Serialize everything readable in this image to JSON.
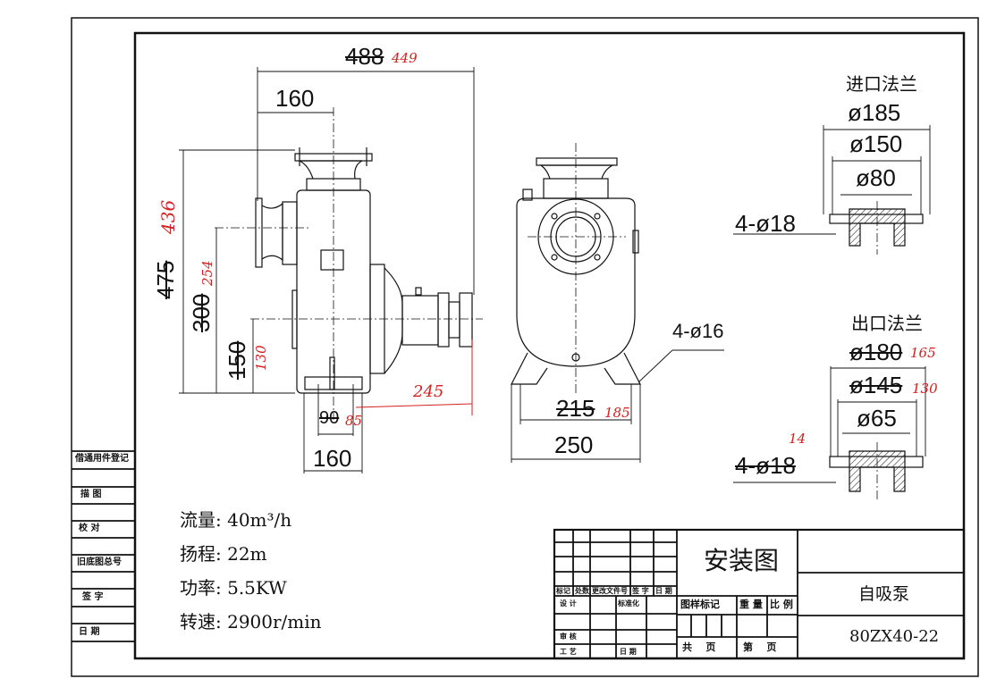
{
  "side_view": {
    "overall_width": "488",
    "overall_width_revised": "449",
    "inlet_offset": "160",
    "height_total": "475",
    "height_total_revised": "436",
    "inlet_height": "300",
    "inlet_height_revised": "254",
    "shaft_height": "150",
    "shaft_height_revised": "130",
    "base_hole_spacing": "90",
    "base_hole_spacing_revised": "85",
    "base_width": "160",
    "motor_offset_revised": "245"
  },
  "front_view": {
    "hole_spacing": "215",
    "hole_spacing_revised": "185",
    "base_width": "250",
    "bolt_holes": "4-ø16"
  },
  "inlet_flange": {
    "title": "进口法兰",
    "outer_diameter": "ø185",
    "bolt_circle": "ø150",
    "bore": "ø80",
    "holes": "4-ø18"
  },
  "outlet_flange": {
    "title": "出口法兰",
    "outer_diameter": "ø180",
    "outer_diameter_revised": "165",
    "bolt_circle": "ø145",
    "bolt_circle_revised": "130",
    "bore": "ø65",
    "holes": "4-ø18",
    "holes_revised": "14"
  },
  "specs": [
    "流量: 40m³/h",
    "扬程: 22m",
    "功率: 5.5KW",
    "转速: 2900r/min"
  ],
  "left_strip": [
    "借通用件登记",
    "描  图",
    "校  对",
    "旧底图总号",
    "签  字",
    "日  期"
  ],
  "title_block": {
    "drawing_title": "安装图",
    "product_name": "自吸泵",
    "model": "80ZX40-22",
    "rev_headers": [
      "标记",
      "处数",
      "更改文件号",
      "签 字",
      "日 期"
    ],
    "design": "设 计",
    "standardize": "标准化",
    "review": "审 核",
    "process": "工 艺",
    "date": "日 期",
    "pattern_mark": "图样标记",
    "weight": "重 量",
    "scale": "比 例",
    "total_pages": "共    页",
    "page_no": "第    页"
  }
}
